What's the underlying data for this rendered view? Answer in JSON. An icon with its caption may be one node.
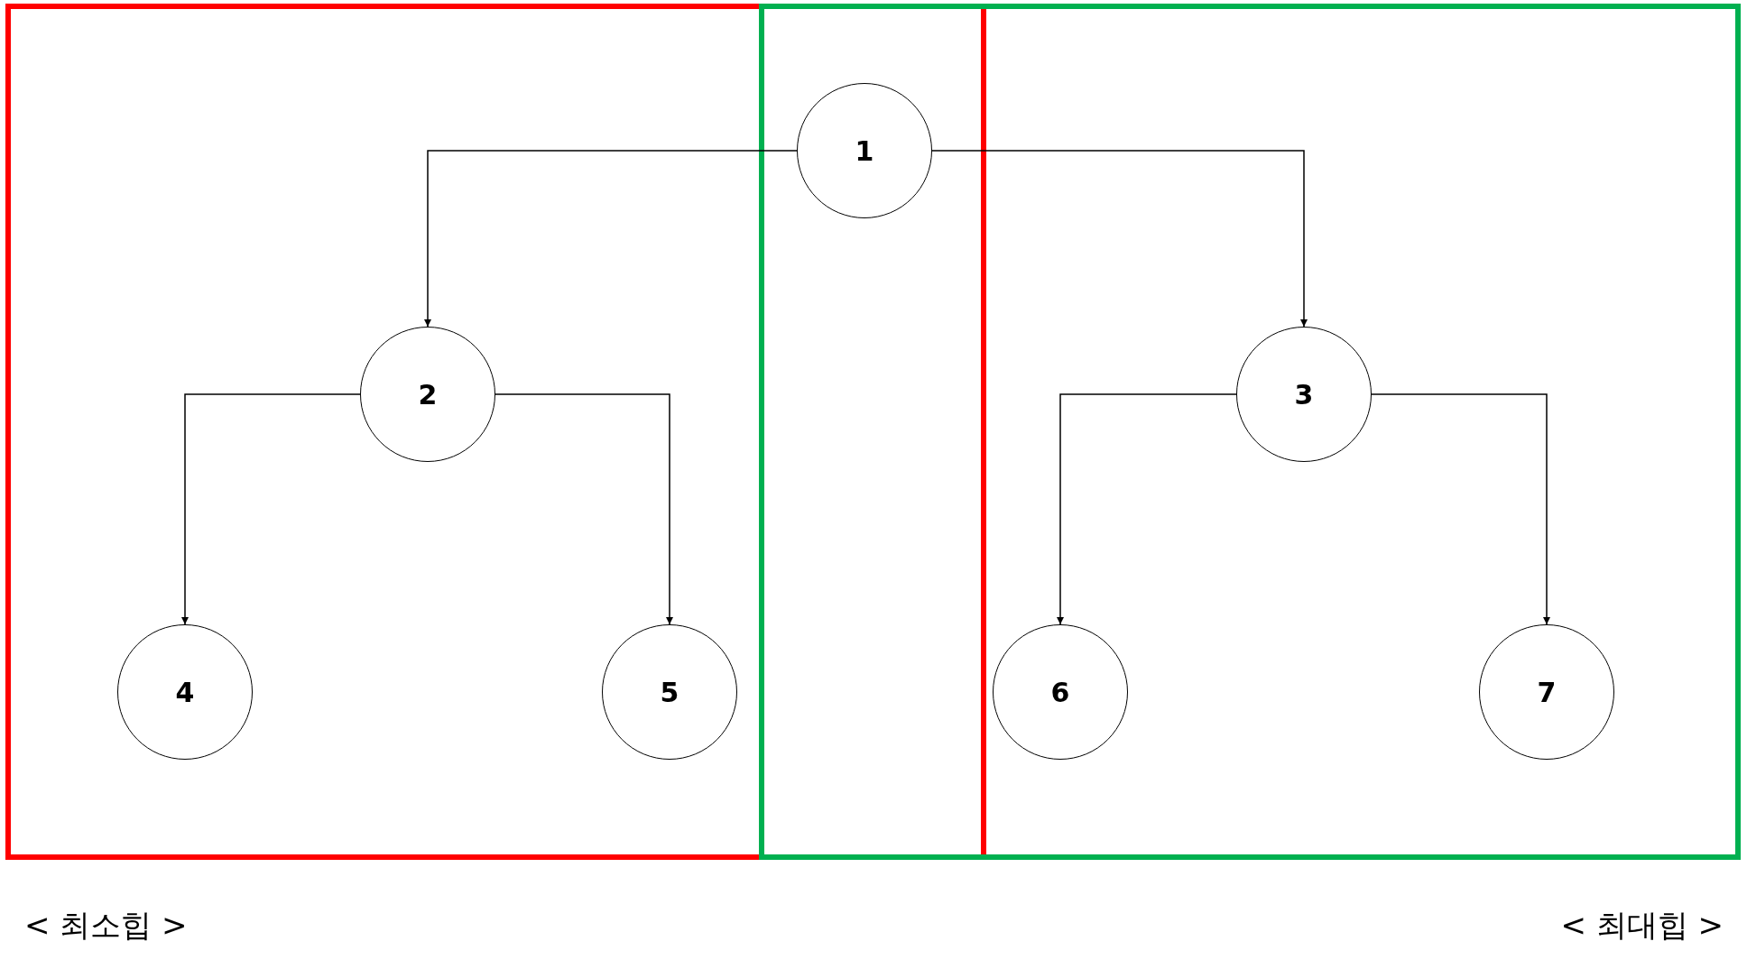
{
  "diagram": {
    "nodes": [
      {
        "text": [],
        "shape": "box",
        "beside": [
          "< 최소힙 >"
        ]
      },
      {
        "text": [],
        "shape": "box",
        "beside": [
          "< 최대힙 >"
        ]
      },
      {
        "text": [
          "1"
        ]
      },
      {
        "text": [
          "2"
        ],
        "in": 0
      },
      {
        "text": [
          "3"
        ],
        "in": 1
      },
      {
        "text": [
          "4"
        ],
        "in": 0
      },
      {
        "text": [
          "5"
        ],
        "in": 0
      },
      {
        "text": [
          "6"
        ],
        "in": 1
      },
      {
        "text": [
          "7"
        ],
        "in": 1
      }
    ],
    "edges": [
      {
        "from": 2,
        "to": 3,
        "arrow": "to"
      },
      {
        "from": 2,
        "to": 4,
        "arrow": "to"
      },
      {
        "from": 3,
        "to": 5,
        "arrow": "to"
      },
      {
        "from": 3,
        "to": 6,
        "arrow": "to"
      },
      {
        "from": 4,
        "to": 7,
        "arrow": "to"
      },
      {
        "from": 4,
        "to": 8,
        "arrow": "to"
      }
    ]
  }
}
